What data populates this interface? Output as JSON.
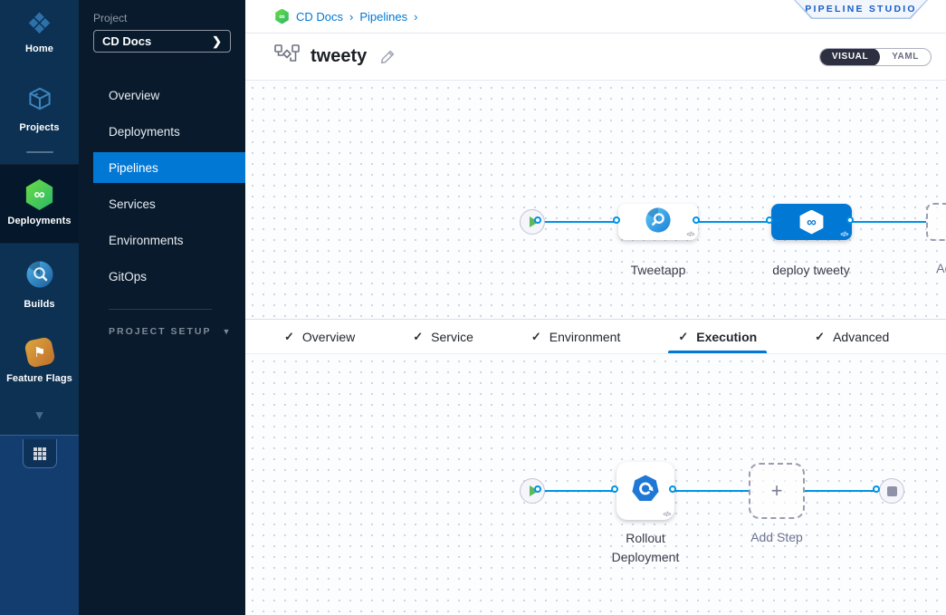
{
  "colors": {
    "accent_blue": "#0278d5",
    "connector_blue": "#0092e4",
    "harness_green": "#42b554",
    "play_green": "#5cb85c",
    "rail_bg": "#0d3153",
    "sidebar_bg": "#091a2c",
    "selected_stage_bg": "#0278d5",
    "feature_flags_gold": "#cf8e3c"
  },
  "icons": {
    "check": "✓",
    "chevron_right": "›",
    "chevron_down": "▼",
    "select_chevron": "❯",
    "code": "</>",
    "plus": "+",
    "infinity": "∞",
    "flag": "⚑",
    "home_diamonds": "❖"
  },
  "rail": {
    "items": [
      {
        "label": "Home"
      },
      {
        "label": "Projects"
      },
      {
        "label": "Deployments",
        "active": true
      },
      {
        "label": "Builds"
      },
      {
        "label": "Feature Flags"
      }
    ]
  },
  "sidebar": {
    "project_label": "Project",
    "project_value": "CD Docs",
    "items": [
      {
        "label": "Overview"
      },
      {
        "label": "Deployments"
      },
      {
        "label": "Pipelines",
        "selected": true
      },
      {
        "label": "Services"
      },
      {
        "label": "Environments"
      },
      {
        "label": "GitOps"
      }
    ],
    "section_label": "PROJECT SETUP"
  },
  "header": {
    "breadcrumb": {
      "crumbs": [
        "CD Docs",
        "Pipelines"
      ]
    },
    "studio_badge": "PIPELINE STUDIO",
    "pipeline_name": "tweety",
    "view_toggle": {
      "visual": "VISUAL",
      "yaml": "YAML",
      "selected": "VISUAL"
    }
  },
  "stage_canvas": {
    "stages": [
      {
        "label": "Tweetapp",
        "type": "cd-stage"
      },
      {
        "label": "deploy tweety",
        "type": "cd-stage",
        "selected": true
      },
      {
        "label": "Add Stage",
        "type": "add"
      }
    ]
  },
  "tabs": {
    "items": [
      {
        "label": "Overview",
        "checked": true
      },
      {
        "label": "Service",
        "checked": true
      },
      {
        "label": "Environment",
        "checked": true
      },
      {
        "label": "Execution",
        "checked": true,
        "active": true
      },
      {
        "label": "Advanced",
        "checked": true
      }
    ]
  },
  "execution_canvas": {
    "steps": [
      {
        "label": "Rollout Deployment",
        "type": "k8s-rolling"
      },
      {
        "label": "Add Step",
        "type": "add"
      }
    ]
  }
}
